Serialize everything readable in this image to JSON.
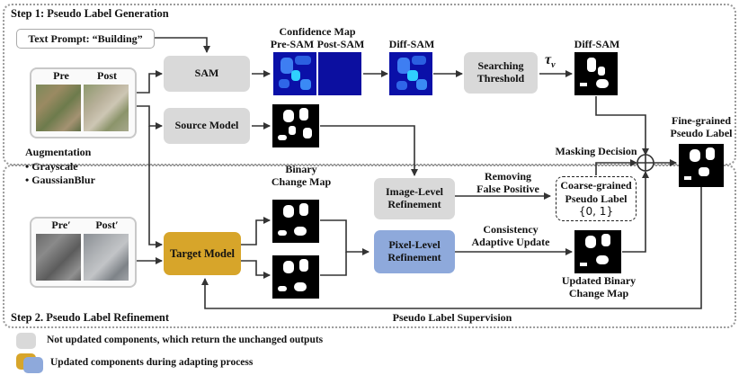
{
  "step1": {
    "title": "Step 1: Pseudo Label Generation"
  },
  "step2": {
    "title": "Step 2. Pseudo Label Refinement"
  },
  "text_prompt": "Text Prompt: “Building”",
  "images": {
    "pre": "Pre",
    "post": "Post",
    "pre_aug": "Pre′",
    "post_aug": "Post′"
  },
  "augmentation": {
    "title": "Augmentation",
    "items": [
      "• Grayscale",
      "• GaussianBlur"
    ]
  },
  "boxes": {
    "sam": "SAM",
    "source_model": "Source Model",
    "searching_threshold": [
      "Searching",
      "Threshold"
    ],
    "target_model": "Target Model",
    "image_level": [
      "Image-Level",
      "Refinement"
    ],
    "pixel_level": [
      "Pixel-Level",
      "Refinement"
    ],
    "coarse": [
      "Coarse-grained",
      "Pseudo Label",
      "{0, 1}"
    ]
  },
  "labels": {
    "confidence_map": "Confidence Map",
    "pre_sam": "Pre-SAM",
    "post_sam": "Post-SAM",
    "diff_sam_1": "Diff-SAM",
    "diff_sam_2": "Diff-SAM",
    "tau": "τ",
    "tau_sub": "v",
    "binary_change_map": [
      "Binary",
      "Change Map"
    ],
    "removing_fp": [
      "Removing",
      "False Positive"
    ],
    "consistency": [
      "Consistency",
      "Adaptive Update"
    ],
    "updated_binary": [
      "Updated Binary",
      "Change Map"
    ],
    "masking_decision": "Masking Decision",
    "fine_grained": [
      "Fine-grained",
      "Pseudo Label"
    ],
    "pseudo_supervision": "Pseudo Label Supervision"
  },
  "legend": [
    {
      "text": "Not updated components, which return the unchanged outputs",
      "color": "#d9d9d9"
    },
    {
      "text": "Updated components during adapting process",
      "color": "#d7a52a",
      "color2": "#8ea9db"
    }
  ]
}
